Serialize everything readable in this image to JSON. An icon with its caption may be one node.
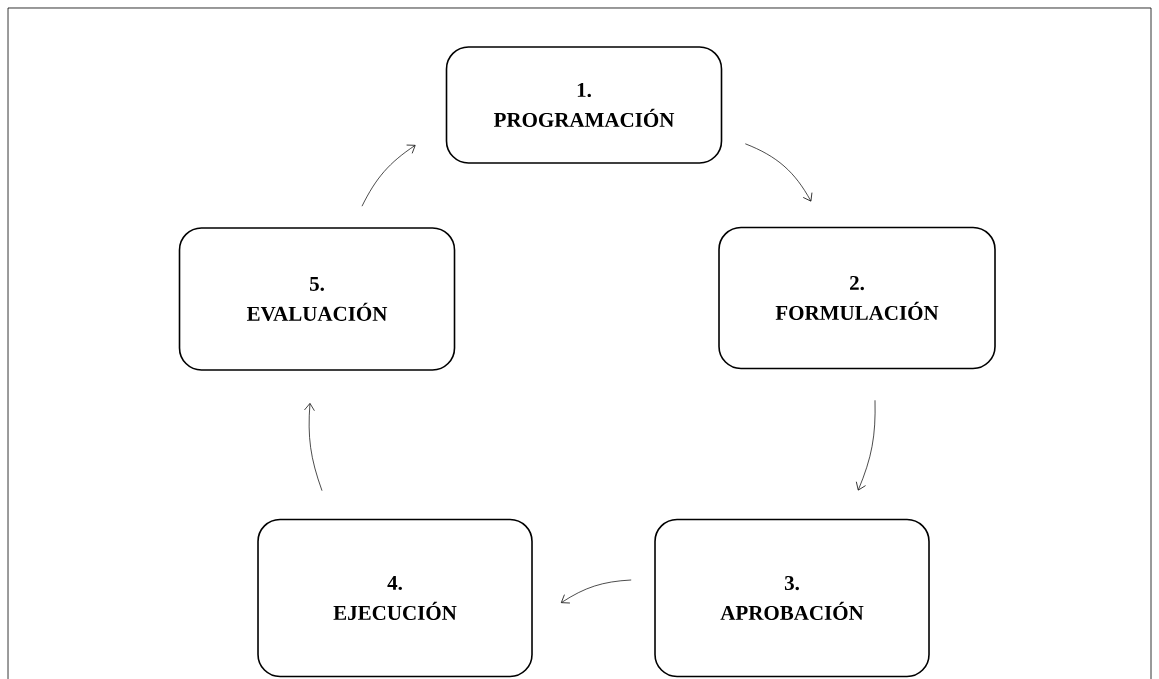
{
  "diagram": {
    "nodes": [
      {
        "text": [
          "1.",
          "PROGRAMACIÓN"
        ]
      },
      {
        "text": [
          "2.",
          "FORMULACIÓN"
        ]
      },
      {
        "text": [
          "3.",
          "APROBACIÓN"
        ]
      },
      {
        "text": [
          "4.",
          "EJECUCIÓN"
        ]
      },
      {
        "text": [
          "5.",
          "EVALUACIÓN"
        ]
      }
    ],
    "edges": [
      {
        "from": 0,
        "to": 1,
        "arrow": "to"
      },
      {
        "from": 1,
        "to": 2,
        "arrow": "to"
      },
      {
        "from": 2,
        "to": 3,
        "arrow": "to"
      },
      {
        "from": 3,
        "to": 4,
        "arrow": "to"
      },
      {
        "from": 4,
        "to": 0,
        "arrow": "to"
      }
    ]
  }
}
